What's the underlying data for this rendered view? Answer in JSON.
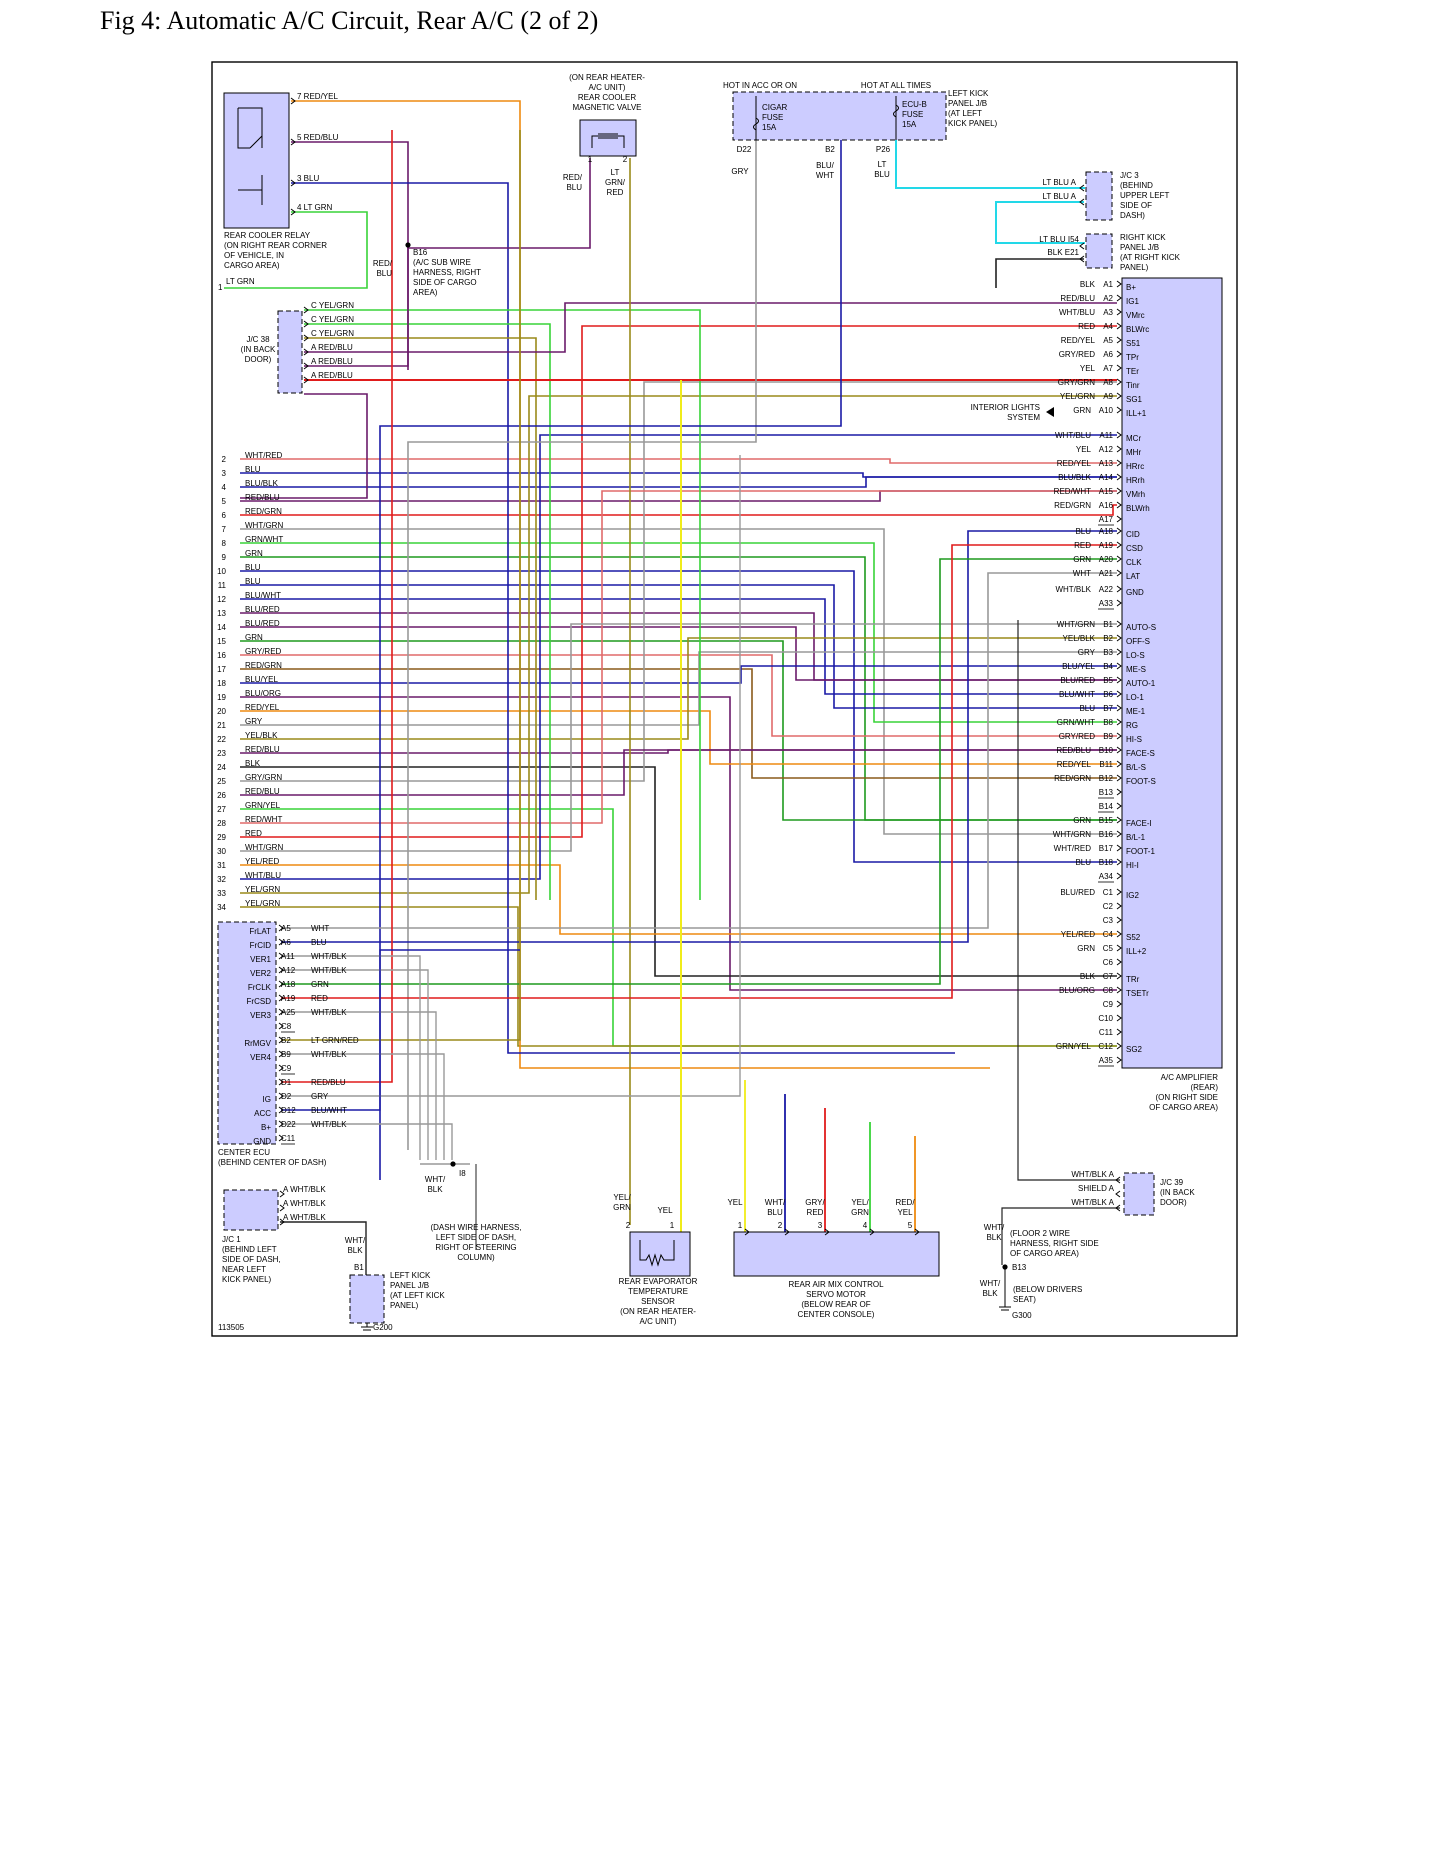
{
  "title": "Fig 4: Automatic A/C Circuit, Rear A/C (2 of 2)",
  "figure_id": "113505",
  "colors": {
    "RED": "#e01b1b",
    "BLU": "#1a1aa6",
    "GRN": "#1e9a1e",
    "LTGRN": "#38d438",
    "YEL": "#f0ec1a",
    "ORG": "#ee8a10",
    "WHT": "#bbbbbb",
    "GRY": "#999999",
    "BLK": "#222222",
    "VIO": "#6a1a6a",
    "BRN": "#8a5a1a",
    "OLV": "#9a8a1a",
    "CYAN": "#22d8e8",
    "PINK": "#e06a6a",
    "COMP": "#ccccff"
  },
  "relay": {
    "label": [
      "REAR COOLER RELAY",
      "(ON RIGHT REAR CORNER",
      "OF VEHICLE, IN",
      "CARGO AREA)"
    ],
    "pins": [
      {
        "pin": "7",
        "wire": "RED/YEL"
      },
      {
        "pin": "5",
        "wire": "RED/BLU"
      },
      {
        "pin": "3",
        "wire": "BLU"
      },
      {
        "pin": "4",
        "wire": "LT GRN"
      }
    ],
    "lt_grn": "LT GRN",
    "pin1": "1"
  },
  "magnetic_valve": {
    "label": [
      "(ON REAR HEATER-",
      "A/C UNIT)",
      "REAR COOLER",
      "MAGNETIC VALVE"
    ],
    "pin1": "1",
    "pin2": "2",
    "wire1": [
      "RED/",
      "BLU"
    ],
    "wire2": [
      "LT",
      "GRN/",
      "RED"
    ]
  },
  "left_kick_top": {
    "hot_acc": "HOT IN ACC OR ON",
    "hot_all": "HOT AT ALL TIMES",
    "fuse1": [
      "CIGAR",
      "FUSE",
      "15A"
    ],
    "fuse2": [
      "ECU-B",
      "FUSE",
      "15A"
    ],
    "label": [
      "LEFT KICK",
      "PANEL J/B",
      "(AT LEFT",
      "KICK PANEL)"
    ],
    "pins": [
      "D22",
      "B2",
      "P26"
    ],
    "wires": {
      "gry": "GRY",
      "bluwht": [
        "BLU/",
        "WHT"
      ],
      "ltblu": [
        "LT",
        "BLU"
      ]
    }
  },
  "jc3": {
    "label": [
      "J/C 3",
      "(BEHIND",
      "UPPER LEFT",
      "SIDE OF",
      "DASH)"
    ],
    "wire": "LT BLU",
    "pin": "A"
  },
  "right_kick": {
    "label": [
      "RIGHT KICK",
      "PANEL J/B",
      "(AT RIGHT KICK",
      "PANEL)"
    ],
    "wires": [
      {
        "w": "LT BLU",
        "p": "I54"
      },
      {
        "w": "BLK",
        "p": "E21"
      }
    ]
  },
  "b16": {
    "id": "B16",
    "label": [
      "(A/C SUB WIRE",
      "HARNESS, RIGHT",
      "SIDE OF CARGO",
      "AREA)"
    ],
    "wire": [
      "RED/",
      "BLU"
    ]
  },
  "jc38": {
    "label": [
      "J/C 38",
      "(IN BACK",
      "DOOR)"
    ],
    "pins": [
      {
        "p": "C",
        "w": "YEL/GRN"
      },
      {
        "p": "C",
        "w": "YEL/GRN"
      },
      {
        "p": "C",
        "w": "YEL/GRN"
      },
      {
        "p": "A",
        "w": "RED/BLU"
      },
      {
        "p": "A",
        "w": "RED/BLU"
      },
      {
        "p": "A",
        "w": "RED/BLU"
      }
    ]
  },
  "amplifier": {
    "label": [
      "A/C AMPLIFIER",
      "(REAR)",
      "(ON RIGHT SIDE",
      "OF CARGO AREA)"
    ],
    "pins": [
      {
        "p": "A1",
        "w": "BLK",
        "n": "B+"
      },
      {
        "p": "A2",
        "w": "RED/BLU",
        "n": "IG1"
      },
      {
        "p": "A3",
        "w": "WHT/BLU",
        "n": "VMrc"
      },
      {
        "p": "A4",
        "w": "RED",
        "n": "BLWrc"
      },
      {
        "p": "A5",
        "w": "RED/YEL",
        "n": "S51"
      },
      {
        "p": "A6",
        "w": "GRY/RED",
        "n": "TPr"
      },
      {
        "p": "A7",
        "w": "YEL",
        "n": "TEr"
      },
      {
        "p": "A8",
        "w": "GRY/GRN",
        "n": "Tinr"
      },
      {
        "p": "A9",
        "w": "YEL/GRN",
        "n": "SG1"
      },
      {
        "p": "A10",
        "w": "GRN",
        "n": "ILL+1"
      },
      {
        "p": "A11",
        "w": "WHT/BLU",
        "n": "MCr"
      },
      {
        "p": "A12",
        "w": "YEL",
        "n": "MHr"
      },
      {
        "p": "A13",
        "w": "RED/YEL",
        "n": "HRrc"
      },
      {
        "p": "A14",
        "w": "BLU/BLK",
        "n": "HRrh"
      },
      {
        "p": "A15",
        "w": "RED/WHT",
        "n": "VMrh"
      },
      {
        "p": "A16",
        "w": "RED/GRN",
        "n": "BLWrh"
      },
      {
        "p": "A17",
        "w": "",
        "n": ""
      },
      {
        "p": "A18",
        "w": "BLU",
        "n": "CID"
      },
      {
        "p": "A19",
        "w": "RED",
        "n": "CSD"
      },
      {
        "p": "A20",
        "w": "GRN",
        "n": "CLK"
      },
      {
        "p": "A21",
        "w": "WHT",
        "n": "LAT"
      },
      {
        "p": "A22",
        "w": "WHT/BLK",
        "n": "GND"
      },
      {
        "p": "A33",
        "w": "",
        "n": ""
      },
      {
        "p": "B1",
        "w": "WHT/GRN",
        "n": "AUTO-S"
      },
      {
        "p": "B2",
        "w": "YEL/BLK",
        "n": "OFF-S"
      },
      {
        "p": "B3",
        "w": "GRY",
        "n": "LO-S"
      },
      {
        "p": "B4",
        "w": "BLU/YEL",
        "n": "ME-S"
      },
      {
        "p": "B5",
        "w": "BLU/RED",
        "n": "AUTO-1"
      },
      {
        "p": "B6",
        "w": "BLU/WHT",
        "n": "LO-1"
      },
      {
        "p": "B7",
        "w": "BLU",
        "n": "ME-1"
      },
      {
        "p": "B8",
        "w": "GRN/WHT",
        "n": "RG"
      },
      {
        "p": "B9",
        "w": "GRY/RED",
        "n": "HI-S"
      },
      {
        "p": "B10",
        "w": "RED/BLU",
        "n": "FACE-S"
      },
      {
        "p": "B11",
        "w": "RED/YEL",
        "n": "B/L-S"
      },
      {
        "p": "B12",
        "w": "RED/GRN",
        "n": "FOOT-S"
      },
      {
        "p": "B13",
        "w": "",
        "n": ""
      },
      {
        "p": "B14",
        "w": "",
        "n": ""
      },
      {
        "p": "B15",
        "w": "GRN",
        "n": "FACE-I"
      },
      {
        "p": "B16",
        "w": "WHT/GRN",
        "n": "B/L-1"
      },
      {
        "p": "B17",
        "w": "WHT/RED",
        "n": "FOOT-1"
      },
      {
        "p": "B18",
        "w": "BLU",
        "n": "HI-I"
      },
      {
        "p": "A34",
        "w": "",
        "n": ""
      },
      {
        "p": "C1",
        "w": "BLU/RED",
        "n": "IG2"
      },
      {
        "p": "C2",
        "w": "",
        "n": ""
      },
      {
        "p": "C3",
        "w": "",
        "n": ""
      },
      {
        "p": "C4",
        "w": "YEL/RED",
        "n": "S52"
      },
      {
        "p": "C5",
        "w": "GRN",
        "n": "ILL+2"
      },
      {
        "p": "C6",
        "w": "",
        "n": ""
      },
      {
        "p": "C7",
        "w": "BLK",
        "n": "TRr"
      },
      {
        "p": "C8",
        "w": "BLU/ORG",
        "n": "TSETr"
      },
      {
        "p": "C9",
        "w": "",
        "n": ""
      },
      {
        "p": "C10",
        "w": "",
        "n": ""
      },
      {
        "p": "C11",
        "w": "",
        "n": ""
      },
      {
        "p": "C12",
        "w": "GRN/YEL",
        "n": "SG2"
      },
      {
        "p": "A35",
        "w": "",
        "n": ""
      }
    ]
  },
  "interior_lights": [
    "INTERIOR LIGHTS",
    "SYSTEM"
  ],
  "bundle": [
    {
      "n": "2",
      "w": "WHT/RED"
    },
    {
      "n": "3",
      "w": "BLU"
    },
    {
      "n": "4",
      "w": "BLU/BLK"
    },
    {
      "n": "5",
      "w": "RED/BLU"
    },
    {
      "n": "6",
      "w": "RED/GRN"
    },
    {
      "n": "7",
      "w": "WHT/GRN"
    },
    {
      "n": "8",
      "w": "GRN/WHT"
    },
    {
      "n": "9",
      "w": "GRN"
    },
    {
      "n": "10",
      "w": "BLU"
    },
    {
      "n": "11",
      "w": "BLU"
    },
    {
      "n": "12",
      "w": "BLU/WHT"
    },
    {
      "n": "13",
      "w": "BLU/RED"
    },
    {
      "n": "14",
      "w": "BLU/RED"
    },
    {
      "n": "15",
      "w": "GRN"
    },
    {
      "n": "16",
      "w": "GRY/RED"
    },
    {
      "n": "17",
      "w": "RED/GRN"
    },
    {
      "n": "18",
      "w": "BLU/YEL"
    },
    {
      "n": "19",
      "w": "BLU/ORG"
    },
    {
      "n": "20",
      "w": "RED/YEL"
    },
    {
      "n": "21",
      "w": "GRY"
    },
    {
      "n": "22",
      "w": "YEL/BLK"
    },
    {
      "n": "23",
      "w": "RED/BLU"
    },
    {
      "n": "24",
      "w": "BLK"
    },
    {
      "n": "25",
      "w": "GRY/GRN"
    },
    {
      "n": "26",
      "w": "RED/BLU"
    },
    {
      "n": "27",
      "w": "GRN/YEL"
    },
    {
      "n": "28",
      "w": "RED/WHT"
    },
    {
      "n": "29",
      "w": "RED"
    },
    {
      "n": "30",
      "w": "WHT/GRN"
    },
    {
      "n": "31",
      "w": "YEL/RED"
    },
    {
      "n": "32",
      "w": "WHT/BLU"
    },
    {
      "n": "33",
      "w": "YEL/GRN"
    },
    {
      "n": "34",
      "w": "YEL/GRN"
    }
  ],
  "ecu": {
    "label": [
      "CENTER ECU",
      "(BEHIND CENTER OF DASH)"
    ],
    "pins": [
      {
        "n": "FrLAT",
        "p": "A5",
        "w": "WHT"
      },
      {
        "n": "FrCID",
        "p": "A6",
        "w": "BLU"
      },
      {
        "n": "VER1",
        "p": "A11",
        "w": "WHT/BLK"
      },
      {
        "n": "VER2",
        "p": "A12",
        "w": "WHT/BLK"
      },
      {
        "n": "FrCLK",
        "p": "A18",
        "w": "GRN"
      },
      {
        "n": "FrCSD",
        "p": "A19",
        "w": "RED"
      },
      {
        "n": "VER3",
        "p": "A25",
        "w": "WHT/BLK"
      },
      {
        "n": "",
        "p": "C8",
        "w": ""
      },
      {
        "n": "RrMGV",
        "p": "B2",
        "w": "LT GRN/RED"
      },
      {
        "n": "VER4",
        "p": "B9",
        "w": "WHT/BLK"
      },
      {
        "n": "",
        "p": "C9",
        "w": ""
      },
      {
        "n": "",
        "p": "D1",
        "w": "RED/BLU"
      },
      {
        "n": "IG",
        "p": "D2",
        "w": "GRY"
      },
      {
        "n": "ACC",
        "p": "D12",
        "w": "BLU/WHT"
      },
      {
        "n": "B+",
        "p": "D22",
        "w": "WHT/BLK"
      },
      {
        "n": "GND",
        "p": "C11",
        "w": ""
      }
    ]
  },
  "jc1": {
    "label": [
      "J/C 1",
      "(BEHIND LEFT",
      "SIDE OF DASH,",
      "NEAR LEFT",
      "KICK PANEL)"
    ],
    "pins": [
      {
        "p": "A",
        "w": "WHT/BLK"
      },
      {
        "p": "A",
        "w": "WHT/BLK"
      },
      {
        "p": "A",
        "w": "WHT/BLK"
      }
    ],
    "wire": [
      "WHT/",
      "BLK"
    ]
  },
  "left_kick_bottom": {
    "pin": "B1",
    "label": [
      "LEFT KICK",
      "PANEL J/B",
      "(AT LEFT KICK",
      "PANEL)"
    ],
    "ground": "G200"
  },
  "i8": {
    "id": "I8",
    "wire": [
      "WHT/",
      "BLK"
    ],
    "label": [
      "(DASH WIRE HARNESS,",
      "LEFT SIDE OF DASH,",
      "RIGHT OF STEERING",
      "COLUMN)"
    ]
  },
  "evap_sensor": {
    "label": [
      "REAR EVAPORATOR",
      "TEMPERATURE",
      "SENSOR",
      "(ON REAR HEATER-",
      "A/C UNIT)"
    ],
    "wires": [
      [
        "YEL/",
        "GRN"
      ],
      [
        "YEL"
      ]
    ],
    "pins": [
      "2",
      "1"
    ]
  },
  "servo": {
    "label": [
      "REAR AIR MIX CONTROL",
      "SERVO MOTOR",
      "(BELOW REAR OF",
      "CENTER CONSOLE)"
    ],
    "wires": [
      [
        "YEL"
      ],
      [
        "WHT/",
        "BLU"
      ],
      [
        "GRY/",
        "RED"
      ],
      [
        "YEL/",
        "GRN"
      ],
      [
        "RED/",
        "YEL"
      ]
    ],
    "pins": [
      "1",
      "2",
      "3",
      "4",
      "5"
    ]
  },
  "jc39": {
    "label": [
      "J/C 39",
      "(IN BACK",
      "DOOR)"
    ],
    "pins": [
      {
        "p": "A",
        "w": "WHT/BLK"
      },
      {
        "p": "A",
        "w": "SHIELD"
      },
      {
        "p": "A",
        "w": "WHT/BLK"
      }
    ]
  },
  "b13": {
    "id": "B13",
    "wire": [
      "WHT/",
      "BLK"
    ],
    "label": [
      "(FLOOR 2 WIRE",
      "HARNESS, RIGHT SIDE",
      "OF CARGO AREA)"
    ]
  },
  "g300": {
    "id": "G300",
    "wire": [
      "WHT/",
      "BLK"
    ],
    "label": [
      "(BELOW DRIVERS",
      "SEAT)"
    ]
  }
}
